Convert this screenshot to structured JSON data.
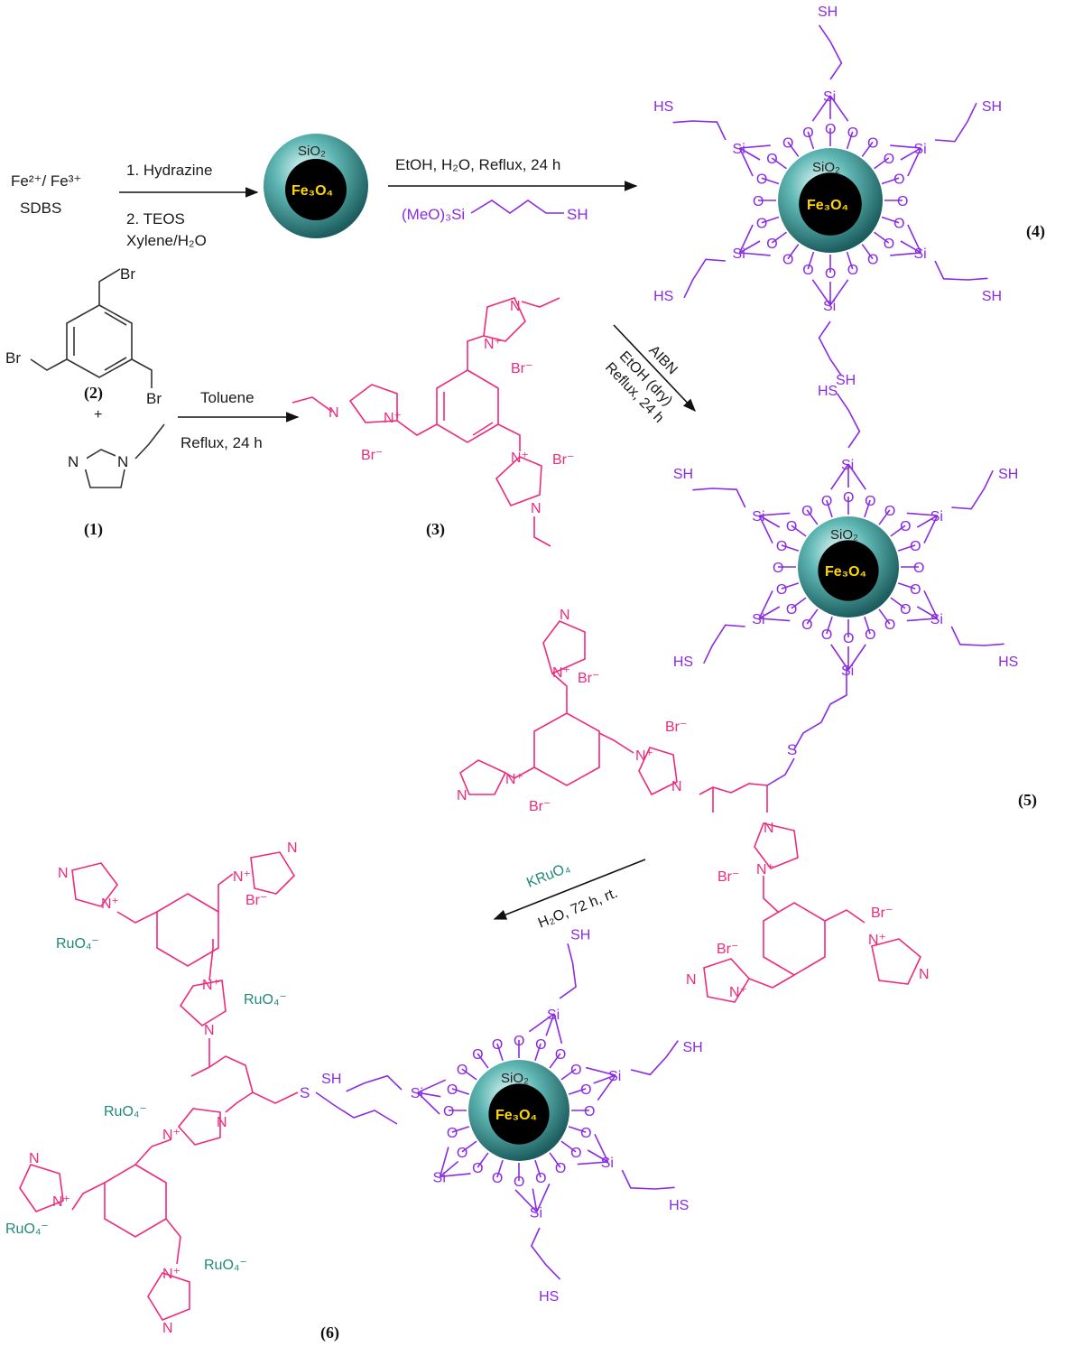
{
  "reagents": {
    "iron_salts": "Fe²⁺/ Fe³⁺",
    "surfactant": "SDBS",
    "step1_top": "1. Hydrazine",
    "step1_bottom_1": "2. TEOS",
    "step1_bottom_2": "Xylene/H₂O",
    "step2_top": "EtOH, H₂O, Reflux, 24 h",
    "step2_reagent": "(MeO)₃Si",
    "step3_top": "Toluene",
    "step3_bottom": "Reflux, 24 h",
    "step4_1": "AIBN",
    "step4_2": "EtOH (dry)",
    "step4_3": "Reflux, 24 h",
    "step5_top": "KRuO₄",
    "step5_bottom": "H₂O, 72 h, rt."
  },
  "particle": {
    "shell": "SiO₂",
    "core": "Fe₃O₄"
  },
  "atoms": {
    "si": "Si",
    "o": "O",
    "sh": "SH",
    "hs": "HS",
    "s": "S",
    "n": "N",
    "nplus": "N⁺",
    "br": "Br",
    "brminus": "Br⁻",
    "plus": "+",
    "ruo4": "RuO₄⁻"
  },
  "compound_labels": {
    "c1": "(1)",
    "c2": "(2)",
    "c3": "(3)",
    "c4": "(4)",
    "c5": "(5)",
    "c6": "(6)"
  },
  "colors": {
    "silane": "#8a2be2",
    "ionic_liquid": "#ee2a7b",
    "ruthenate": "#1f8a7a",
    "core": "#000000",
    "shell": "#2f8f8f"
  }
}
